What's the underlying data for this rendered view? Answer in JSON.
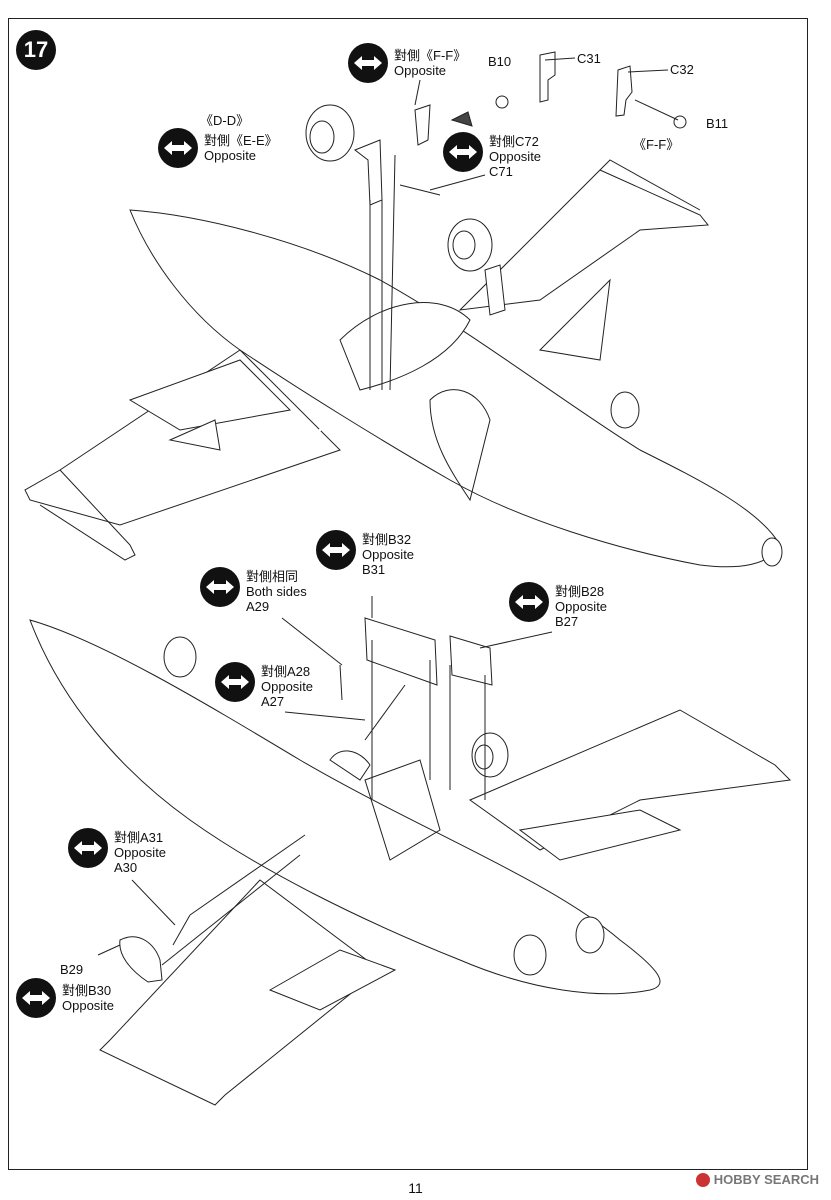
{
  "step_number": "17",
  "callouts": {
    "ff_opposite": {
      "line1": "對側《F-F》",
      "line2": "Opposite"
    },
    "dd_ee": {
      "line0": "《D-D》",
      "line1": "對側《E-E》",
      "line2": "Opposite"
    },
    "c72": {
      "line1": "對側C72",
      "line2": "Opposite",
      "line3": "C71"
    },
    "b32": {
      "line1": "對側B32",
      "line2": "Opposite",
      "line3": "B31"
    },
    "both_sides": {
      "line1": "對側相同",
      "line2": "Both sides",
      "line3": "A29"
    },
    "b28": {
      "line1": "對側B28",
      "line2": "Opposite",
      "line3": "B27"
    },
    "a28": {
      "line1": "對側A28",
      "line2": "Opposite",
      "line3": "A27"
    },
    "a31": {
      "line1": "對側A31",
      "line2": "Opposite",
      "line3": "A30"
    },
    "b30": {
      "line0": "B29",
      "line1": "對側B30",
      "line2": "Opposite"
    }
  },
  "part_labels": {
    "b10": "B10",
    "c31": "C31",
    "c32": "C32",
    "b11": "B11",
    "ff": "《F-F》"
  },
  "page_number": "11",
  "watermark": "HOBBY SEARCH",
  "icons": {
    "swap": "double-arrow-icon",
    "brand": "hobby-search-logo-icon"
  }
}
